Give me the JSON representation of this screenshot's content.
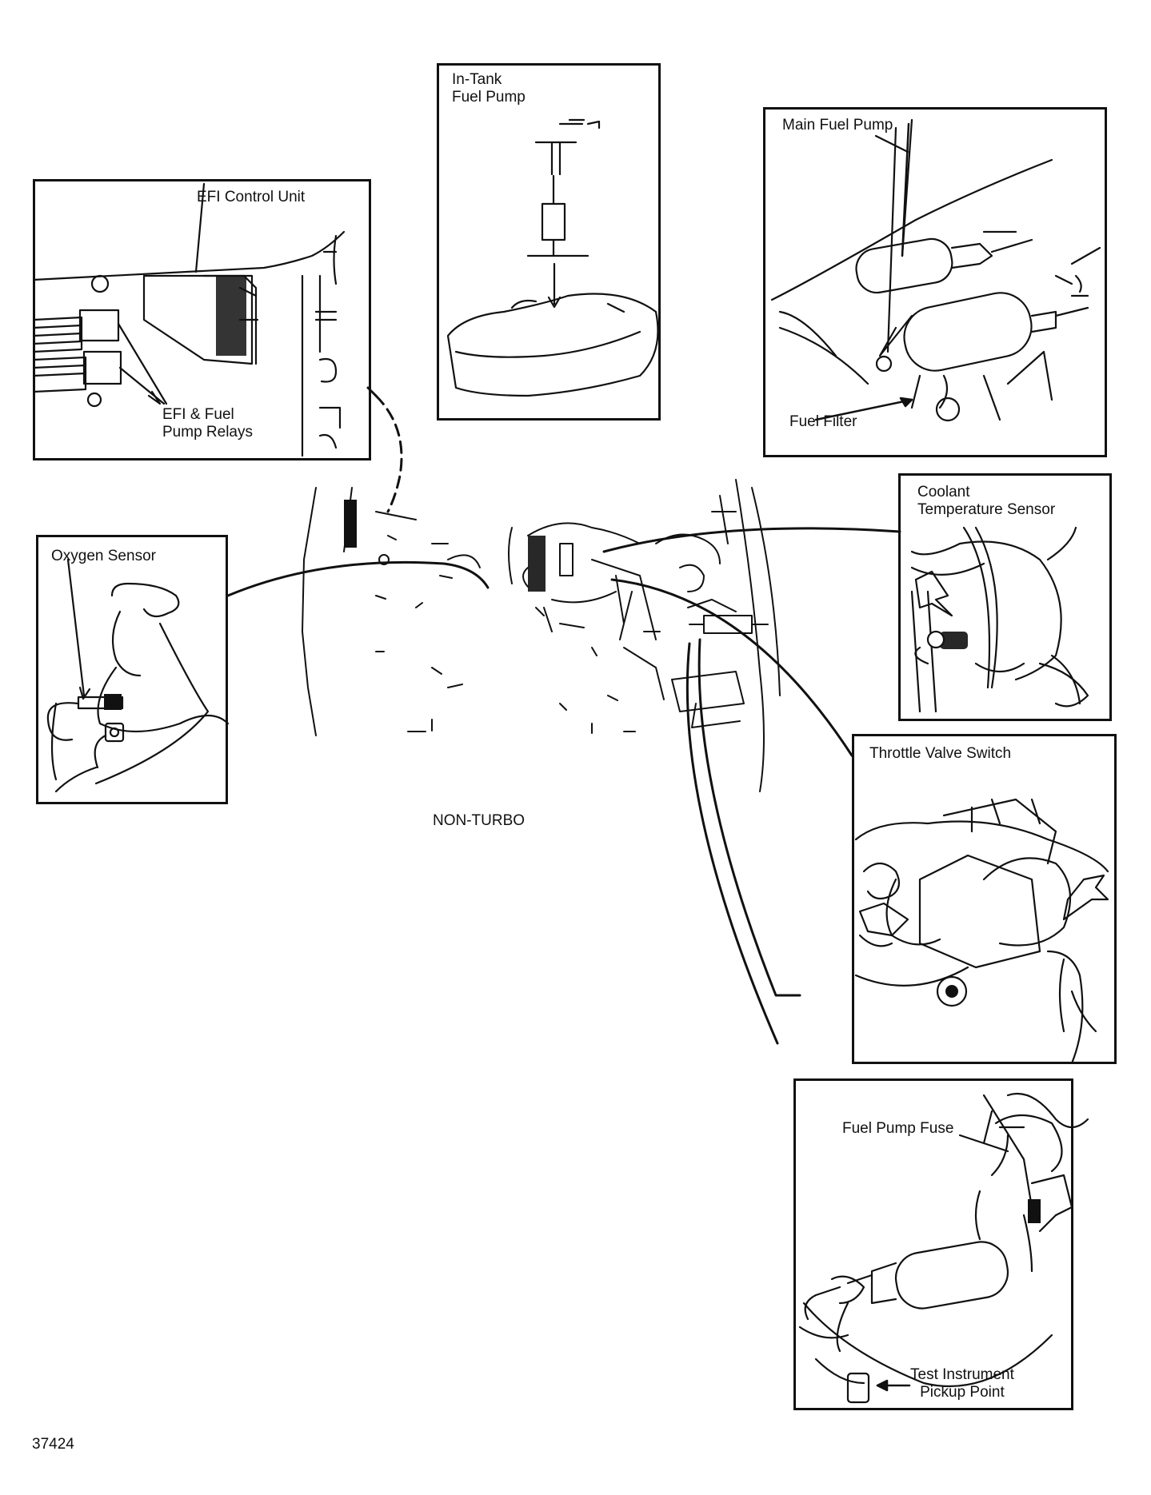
{
  "diagram": {
    "center_label": "NON-TURBO",
    "figure_number": "37424",
    "panels": {
      "efi_control": {
        "title": "EFI Control Unit",
        "relays_label": "EFI & Fuel\nPump Relays"
      },
      "in_tank_pump": {
        "title": "In-Tank\nFuel Pump"
      },
      "main_fuel_pump": {
        "title": "Main Fuel Pump",
        "filter_label": "Fuel Filter"
      },
      "oxygen_sensor": {
        "title": "Oxygen Sensor"
      },
      "coolant_sensor": {
        "title": "Coolant\nTemperature Sensor"
      },
      "throttle_switch": {
        "title": "Throttle Valve Switch"
      },
      "fuel_pump_fuse": {
        "title": "Fuel Pump Fuse",
        "pickup_label": "Test Instrument\nPickup Point"
      }
    }
  }
}
